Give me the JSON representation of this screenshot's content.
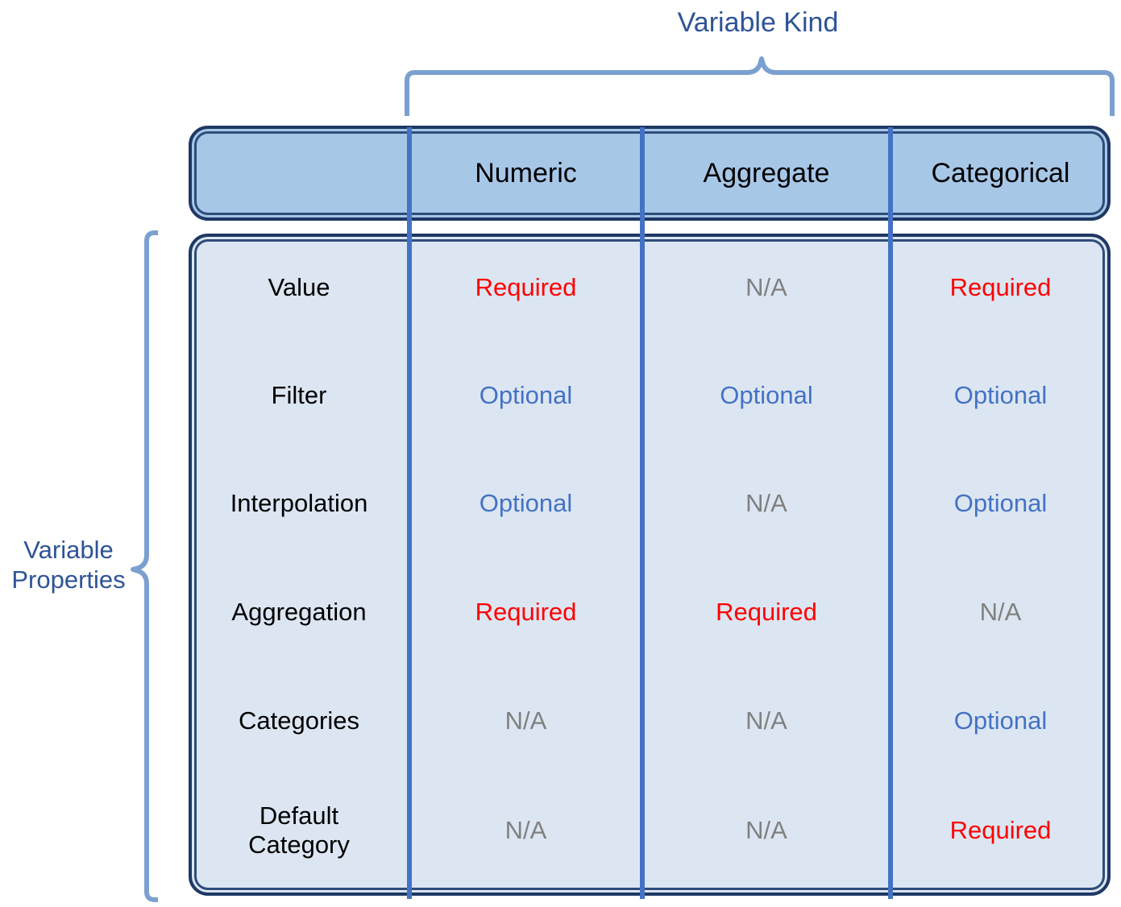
{
  "title_top": "Variable Kind",
  "title_left": "Variable Properties",
  "colors": {
    "required": "#FF0000",
    "optional": "#4472C4",
    "na": "#808080",
    "label_blue": "#2E5496",
    "header_fill": "#A7C7E7",
    "body_fill": "#DCE6F2",
    "border_navy": "#1F3864",
    "brace_blue": "#7BA0D0",
    "divider_blue": "#4472C4"
  },
  "table": {
    "corner_label": "",
    "columns": [
      "Numeric",
      "Aggregate",
      "Categorical"
    ],
    "row_header_label": "",
    "rows": [
      {
        "label": "Value",
        "cells": [
          "Required",
          "N/A",
          "Required"
        ]
      },
      {
        "label": "Filter",
        "cells": [
          "Optional",
          "Optional",
          "Optional"
        ]
      },
      {
        "label": "Interpolation",
        "cells": [
          "Optional",
          "N/A",
          "Optional"
        ]
      },
      {
        "label": "Aggregation",
        "cells": [
          "Required",
          "Required",
          "N/A"
        ]
      },
      {
        "label": "Categories",
        "cells": [
          "N/A",
          "N/A",
          "Optional"
        ]
      },
      {
        "label": "Default\nCategory",
        "label_line1": "Default",
        "label_line2": "Category",
        "cells": [
          "N/A",
          "N/A",
          "Required"
        ]
      }
    ]
  }
}
